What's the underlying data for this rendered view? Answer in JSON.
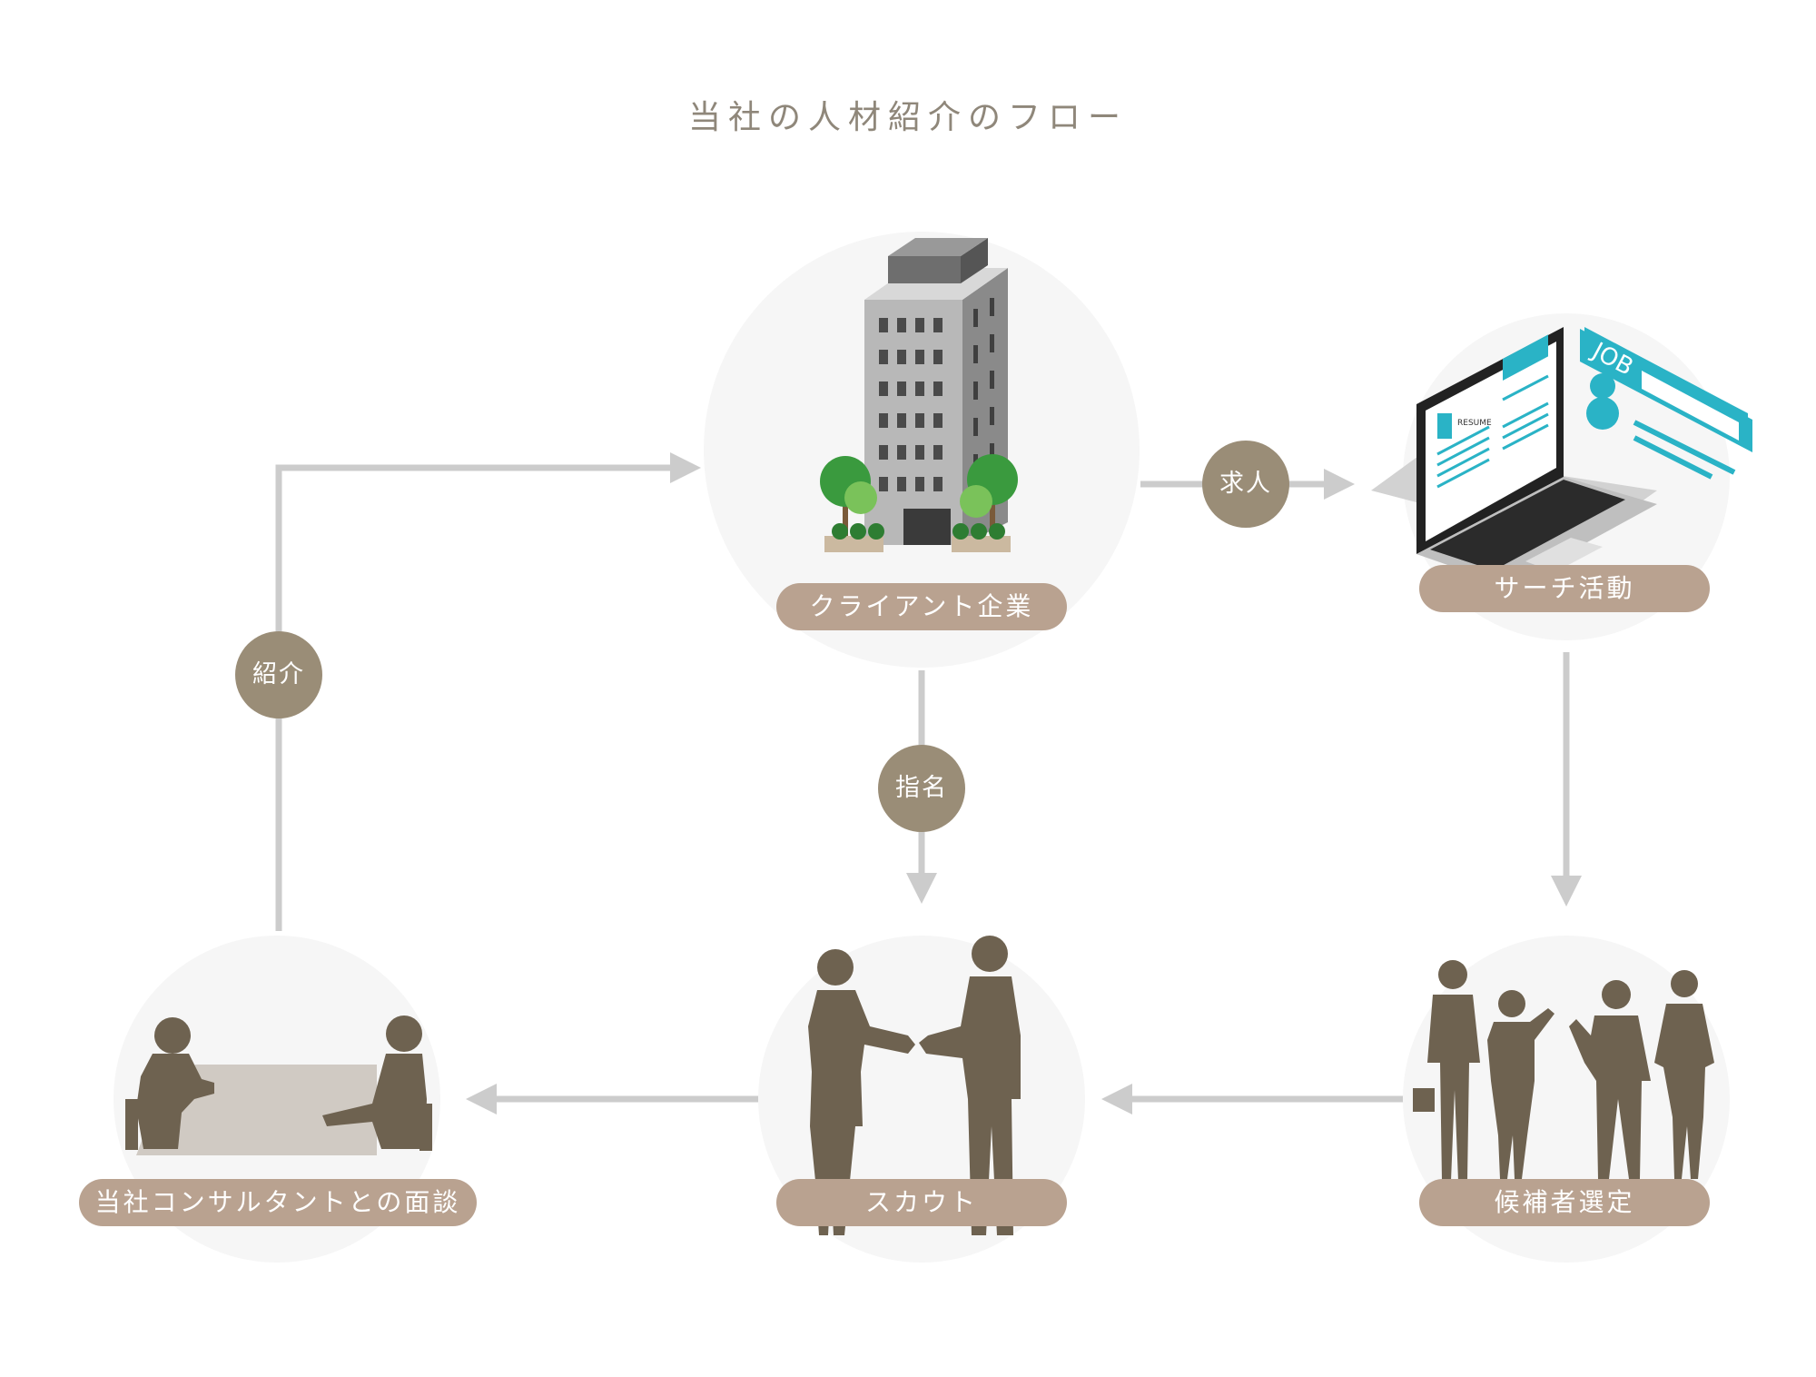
{
  "title": "当社の人材紹介のフロー",
  "nodes": {
    "client": {
      "label": "クライアント企業"
    },
    "search": {
      "label": "サーチ活動"
    },
    "candidate": {
      "label": "候補者選定"
    },
    "scout": {
      "label": "スカウト"
    },
    "interview": {
      "label": "当社コンサルタントとの面談"
    }
  },
  "edges": {
    "job_posting": {
      "label": "求人"
    },
    "nomination": {
      "label": "指名"
    },
    "introduction": {
      "label": "紹介"
    }
  },
  "illustrations": {
    "laptop_screen_text": "RESUME",
    "job_card_text": "JOB"
  },
  "colors": {
    "pill": "#b9a290",
    "badge": "#9a8d77",
    "silhouette": "#6e6250",
    "arrow": "#cccccc",
    "circle_bg": "#f6f6f6",
    "accent_teal": "#2ab3c6"
  }
}
